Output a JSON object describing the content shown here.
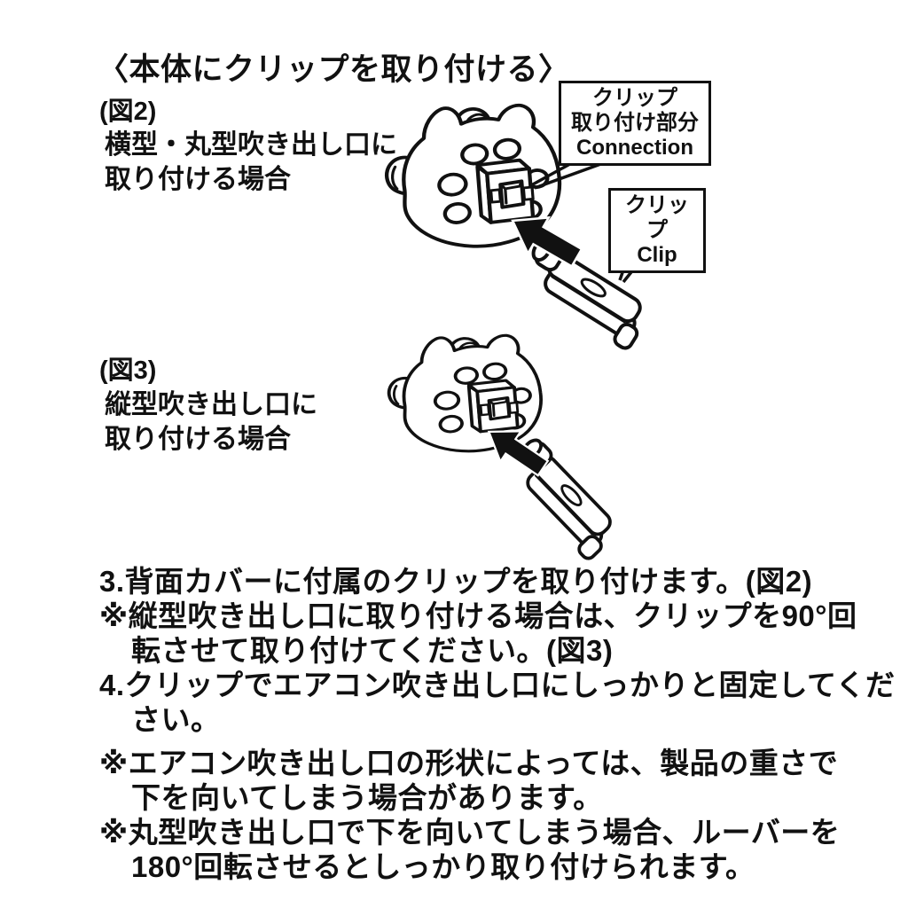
{
  "colors": {
    "ink": "#111111",
    "background": "#ffffff"
  },
  "page": {
    "title": "〈本体にクリップを取り付ける〉"
  },
  "figure2": {
    "label": "(図2)",
    "caption_line1": "横型・丸型吹き出し口に",
    "caption_line2": "取り付ける場合",
    "callout_connection": {
      "line1": "クリップ",
      "line2": "取り付け部分",
      "line3": "Connection"
    },
    "callout_clip": {
      "line1": "クリップ",
      "line2": "Clip"
    }
  },
  "figure3": {
    "label": "(図3)",
    "caption_line1": "縦型吹き出し口に",
    "caption_line2": "取り付ける場合"
  },
  "instructions": {
    "lines": [
      {
        "text": "3.背面カバーに付属のクリップを取り付けます。(図2)"
      },
      {
        "text": "※縦型吹き出し口に取り付ける場合は、クリップを90°回"
      },
      {
        "text": "転させて取り付けてください。(図3)"
      },
      {
        "text": "4.クリップでエアコン吹き出し口にしっかりと固定してくだ"
      },
      {
        "text": "さい。"
      },
      {
        "text": "※エアコン吹き出し口の形状によっては、製品の重さで"
      },
      {
        "text": "下を向いてしまう場合があります。"
      },
      {
        "text": "※丸型吹き出し口で下を向いてしまう場合、ルーバーを"
      },
      {
        "text": "180°回転させるとしっかり取り付けられます。"
      }
    ]
  },
  "icons": {
    "arrow": "insert-direction-arrow-icon",
    "kitty": "character-head-back-view",
    "clip": "vent-clip"
  }
}
